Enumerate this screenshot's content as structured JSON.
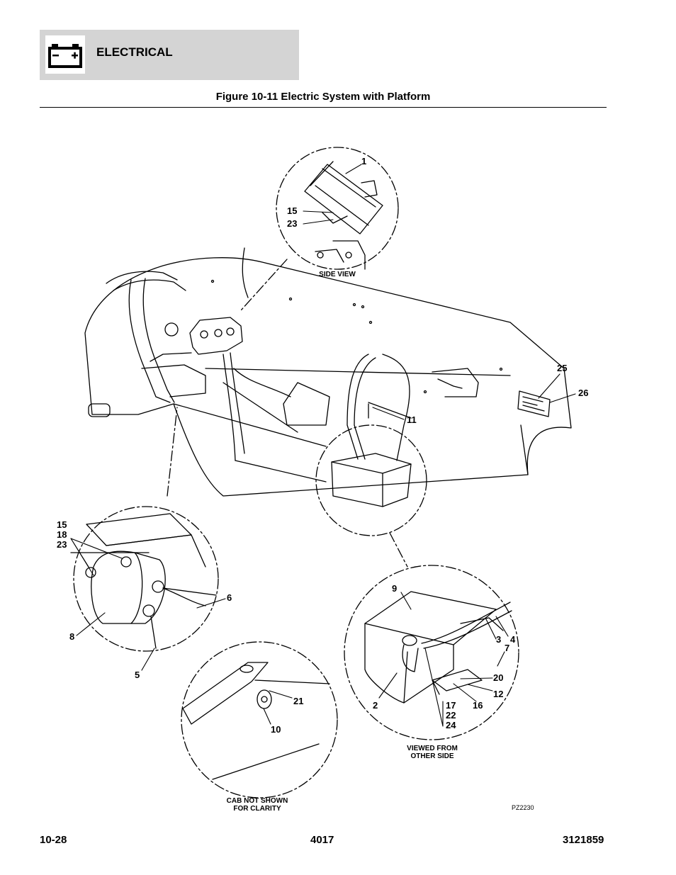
{
  "header": {
    "section_title": "ELECTRICAL",
    "icon": "battery-icon",
    "figure_title": "Figure 10-11 Electric System with Platform"
  },
  "view_labels": {
    "side_view": "SIDE VIEW",
    "viewed_from_line1": "VIEWED FROM",
    "viewed_from_line2": "OTHER SIDE",
    "cab_line1": "CAB NOT SHOWN",
    "cab_line2": "FOR CLARITY"
  },
  "drawing_code": "PZ2230",
  "callouts": {
    "c1": "1",
    "c15_top": "15",
    "c23_top": "23",
    "c25": "25",
    "c26": "26",
    "c11": "11",
    "c15_left": "15",
    "c18_left": "18",
    "c23_left": "23",
    "c6": "6",
    "c8": "8",
    "c5": "5",
    "c9": "9",
    "c3": "3",
    "c4": "4",
    "c7": "7",
    "c20": "20",
    "c12": "12",
    "c16": "16",
    "c2": "2",
    "c17": "17",
    "c22": "22",
    "c24": "24",
    "c21": "21",
    "c10": "10"
  },
  "footer": {
    "page": "10-28",
    "model": "4017",
    "doc_number": "3121859"
  }
}
